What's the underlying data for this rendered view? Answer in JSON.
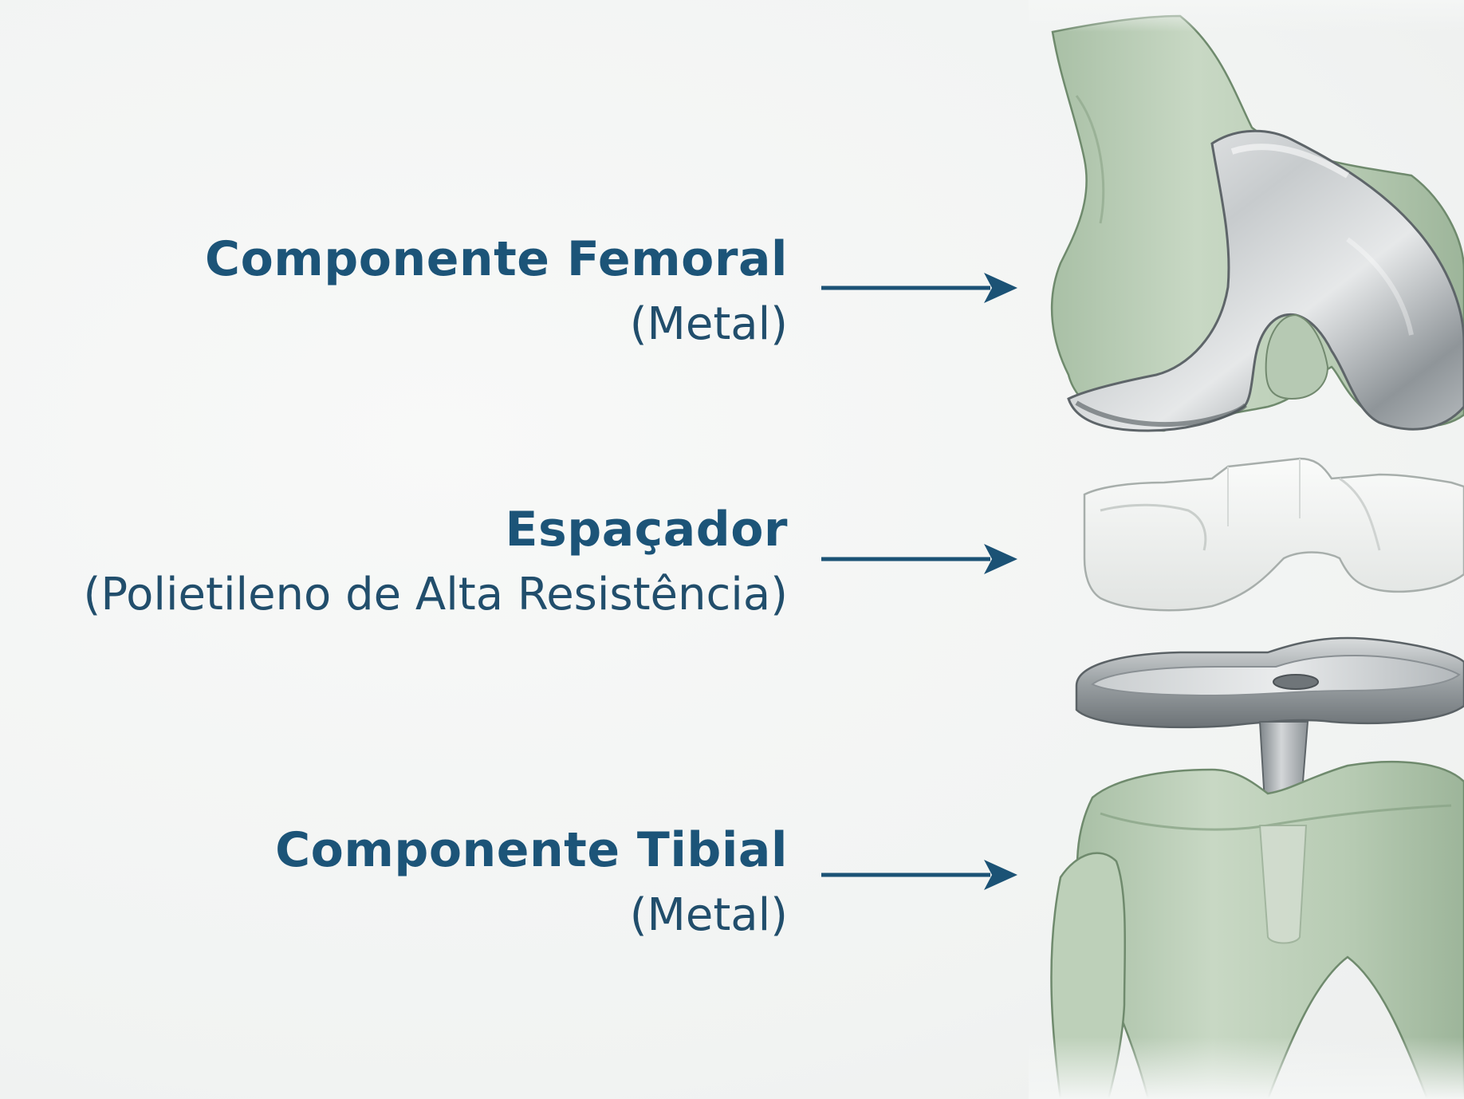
{
  "components": [
    {
      "id": "femoral",
      "name": "Componente Femoral",
      "material": "(Metal)",
      "pointer": "arrow-right-icon"
    },
    {
      "id": "spacer",
      "name": "Espaçador",
      "material": "(Polietileno de Alta Resistência)",
      "pointer": "arrow-right-icon"
    },
    {
      "id": "tibial",
      "name": "Componente Tibial",
      "material": "(Metal)",
      "pointer": "arrow-right-icon"
    }
  ],
  "colors": {
    "label_text": "#1c5478",
    "arrow": "#1b5275",
    "bone": "#b9cdb6",
    "metal": "#c2c6c8",
    "polyethylene": "#eef0ee",
    "background": "#f4f6f5"
  }
}
